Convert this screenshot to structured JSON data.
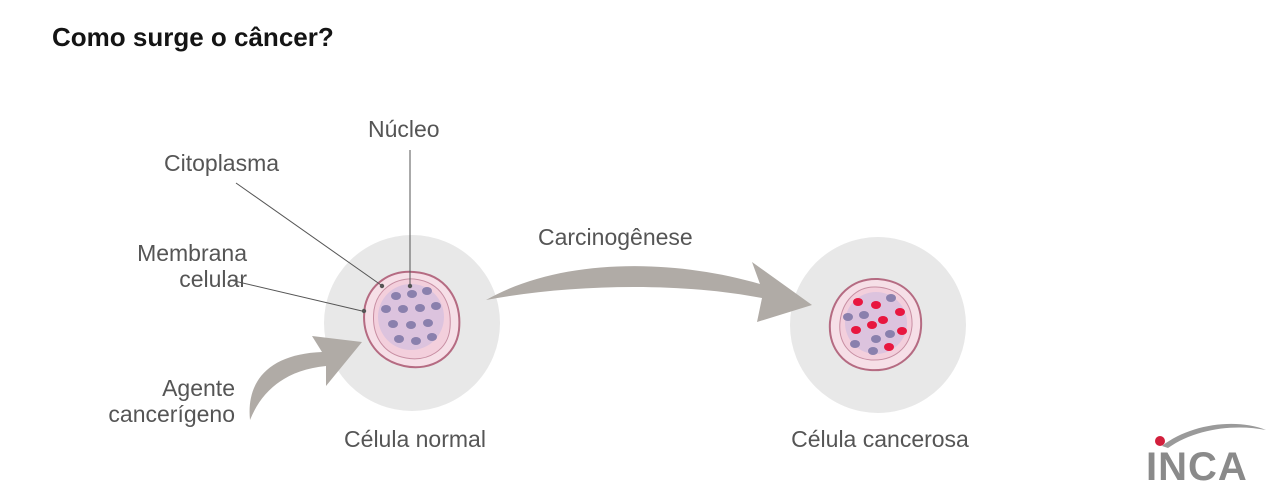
{
  "title": "Como surge o câncer?",
  "labels": {
    "nucleus": "Núcleo",
    "cytoplasm": "Citoplasma",
    "membrane_line1": "Membrana",
    "membrane_line2": "celular",
    "agent_line1": "Agente",
    "agent_line2": "cancerígeno",
    "carcinogenesis": "Carcinogênese",
    "normal_cell": "Célula normal",
    "cancer_cell": "Célula cancerosa"
  },
  "logo": {
    "text": "INCA",
    "dot_color": "#d21f3c",
    "text_color": "#8a8a8a"
  },
  "colors": {
    "halo": "#e8e8e8",
    "membrane": "#b56b82",
    "cytoplasm": "#f3cfdc",
    "nucleus": "#dcc3de",
    "chromatin": "#8a80ad",
    "cancer_chromatin": "#e8163f",
    "arrow": "#b0aba6",
    "leader": "#555555"
  }
}
